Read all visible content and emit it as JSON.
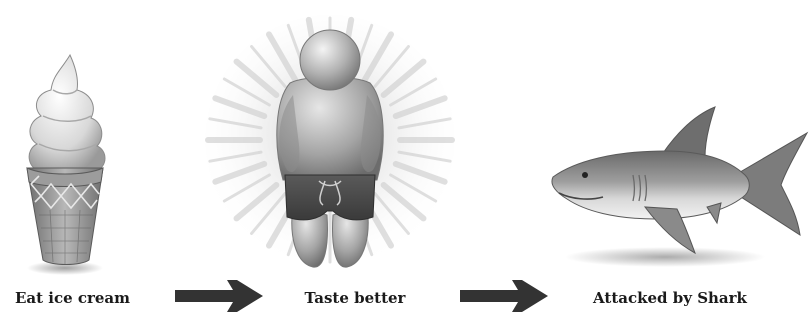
{
  "steps": [
    {
      "caption": "Eat ice cream",
      "icon": "ice-cream-cone-icon"
    },
    {
      "caption": "Taste better",
      "icon": "glowing-person-icon"
    },
    {
      "caption": "Attacked by Shark",
      "icon": "shark-icon"
    }
  ],
  "connector_icon": "right-arrow-icon",
  "colors": {
    "text": "#1a1a1a",
    "arrow": "#333333",
    "swimsuit": "#4a4a4a",
    "figure_gray": "#9a9a9a"
  }
}
